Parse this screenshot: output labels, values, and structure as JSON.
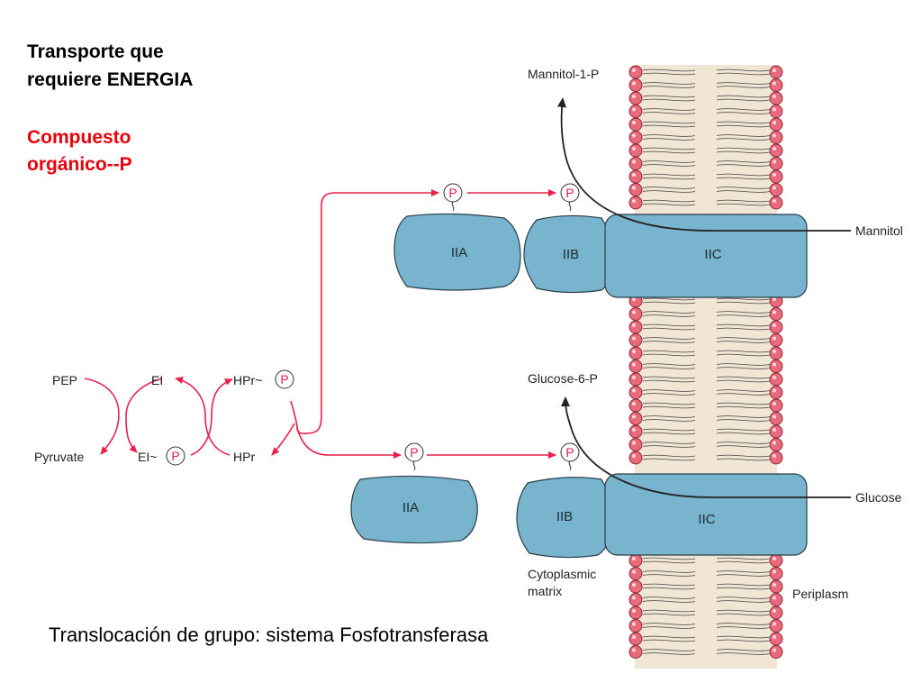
{
  "heading": {
    "line1": "Transporte que",
    "line2": "requiere ENERGIA",
    "red_line1": "Compuesto",
    "red_line2": "orgánico--P"
  },
  "caption": "Translocación de grupo: sistema Fosfotransferasa",
  "diagram": {
    "pep": "PEP",
    "pyruvate": "Pyruvate",
    "ei": "EI",
    "ei_p": "EI~",
    "hpr_p": "HPr~",
    "hpr": "HPr",
    "phospho": "P",
    "mannitol_1p": "Mannitol-1-P",
    "mannitol": "Mannitol",
    "glucose_6p": "Glucose-6-P",
    "glucose": "Glucose",
    "iia": "IIA",
    "iib": "IIB",
    "iic": "IIC",
    "cytoplasmic_line1": "Cytoplasmic",
    "cytoplasmic_line2": "matrix",
    "periplasm": "Periplasm"
  },
  "colors": {
    "protein": "#78b4ce",
    "pathway_arrow": "#e8204a",
    "membrane_core": "#f1e6d4",
    "lipid_head": "#e96b7b",
    "title_red": "#e8000b"
  }
}
